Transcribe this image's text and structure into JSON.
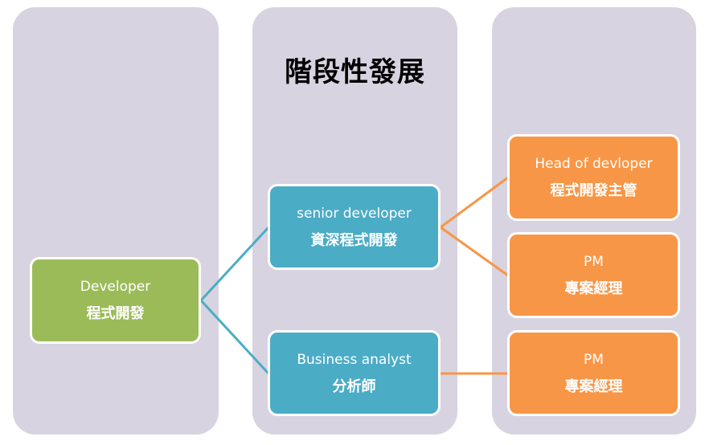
{
  "title": "階段性發展",
  "colors": {
    "column_bg": "#d8d3e0",
    "level1": "#9bbb59",
    "level2": "#4bacc6",
    "level3": "#f79646",
    "connector_level1": "#4bacc6",
    "connector_level2": "#f79646"
  },
  "nodes": {
    "developer": {
      "en": "Developer",
      "zh": "程式開發"
    },
    "senior_developer": {
      "en": "senior developer",
      "zh": "資深程式開發"
    },
    "business_analyst": {
      "en": "Business analyst",
      "zh": "分析師"
    },
    "head_of_developer": {
      "en": "Head of devloper",
      "zh": "程式開發主管"
    },
    "pm_from_senior": {
      "en": "PM",
      "zh": "專案經理"
    },
    "pm_from_ba": {
      "en": "PM",
      "zh": "專案經理"
    }
  },
  "edges": [
    {
      "from": "developer",
      "to": "senior_developer"
    },
    {
      "from": "developer",
      "to": "business_analyst"
    },
    {
      "from": "senior_developer",
      "to": "head_of_developer"
    },
    {
      "from": "senior_developer",
      "to": "pm_from_senior"
    },
    {
      "from": "business_analyst",
      "to": "pm_from_ba"
    }
  ]
}
